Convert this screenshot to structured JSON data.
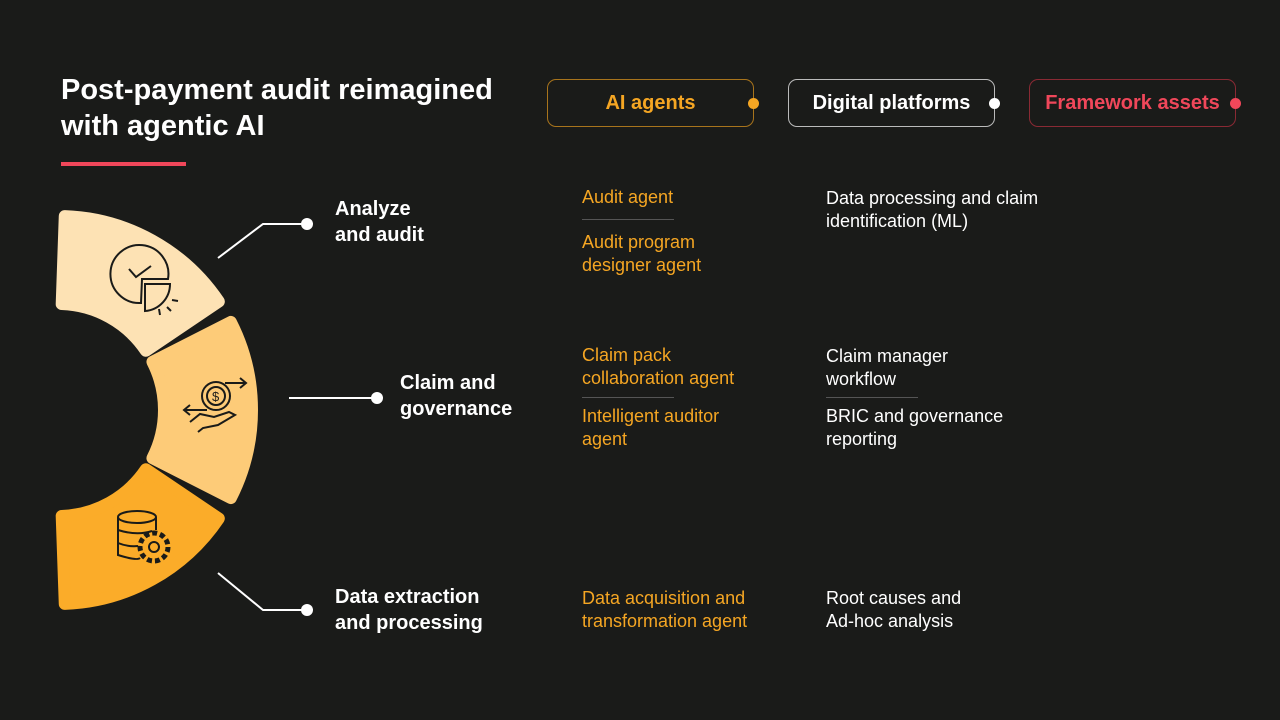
{
  "title": "Post-payment audit reimagined with agentic AI",
  "colors": {
    "accent_red": "#f0475a",
    "orange": "#f5a623",
    "seg1": "#fde2b4",
    "seg2": "#fdcb78",
    "seg3": "#fbac29"
  },
  "legend": [
    {
      "label": "AI agents"
    },
    {
      "label": "Digital platforms"
    },
    {
      "label": "Framework assets"
    }
  ],
  "stages": [
    {
      "label": "Analyze and audit",
      "icon": "pie-chart-clock-icon",
      "ai_agents": [
        "Audit agent",
        "Audit program designer agent"
      ],
      "platforms": [
        "Data processing and claim identification (ML)"
      ]
    },
    {
      "label": "Claim and governance",
      "icon": "money-exchange-hand-icon",
      "ai_agents": [
        "Claim pack collaboration agent",
        "Intelligent auditor agent"
      ],
      "platforms": [
        "Claim manager workflow",
        "BRIC and governance reporting"
      ]
    },
    {
      "label": "Data extraction and processing",
      "icon": "database-gear-icon",
      "ai_agents": [
        "Data acquisition and transformation agent"
      ],
      "platforms": [
        "Root causes and Ad-hoc analysis"
      ]
    }
  ]
}
